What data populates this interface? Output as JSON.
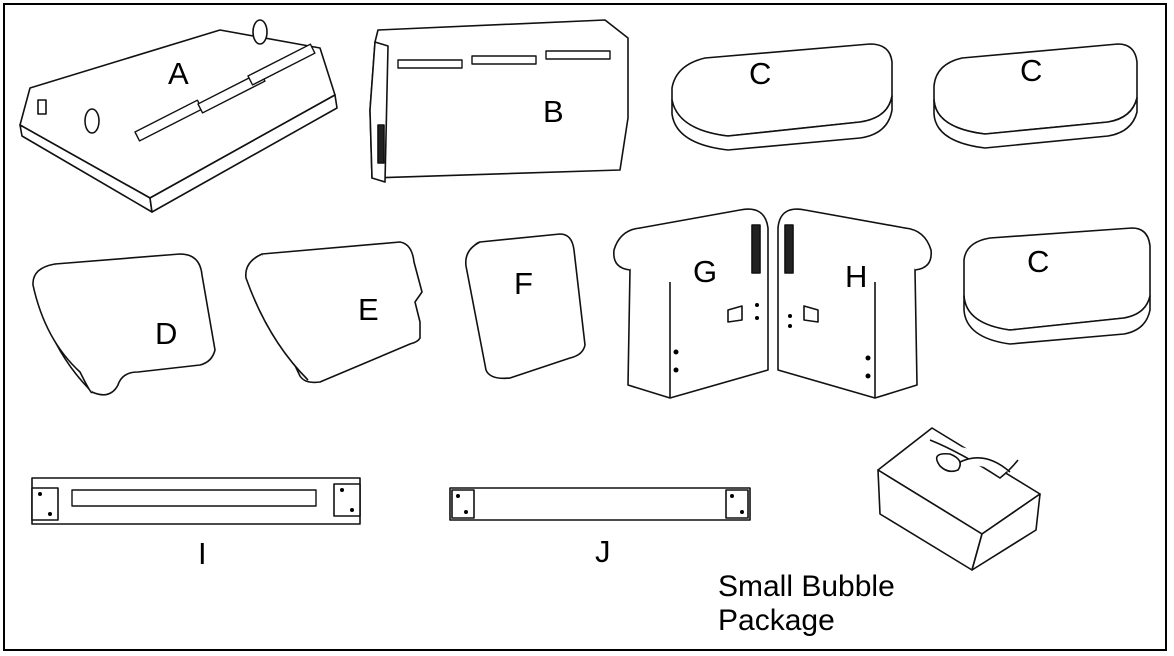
{
  "parts": [
    {
      "id": "A",
      "label": "A"
    },
    {
      "id": "B",
      "label": "B"
    },
    {
      "id": "C1",
      "label": "C"
    },
    {
      "id": "C2",
      "label": "C"
    },
    {
      "id": "C3",
      "label": "C"
    },
    {
      "id": "D",
      "label": "D"
    },
    {
      "id": "E",
      "label": "E"
    },
    {
      "id": "F",
      "label": "F"
    },
    {
      "id": "G",
      "label": "G"
    },
    {
      "id": "H",
      "label": "H"
    },
    {
      "id": "I",
      "label": "I"
    },
    {
      "id": "J",
      "label": "J"
    }
  ],
  "package": {
    "line1": "Small Bubble",
    "line2": "Package"
  }
}
